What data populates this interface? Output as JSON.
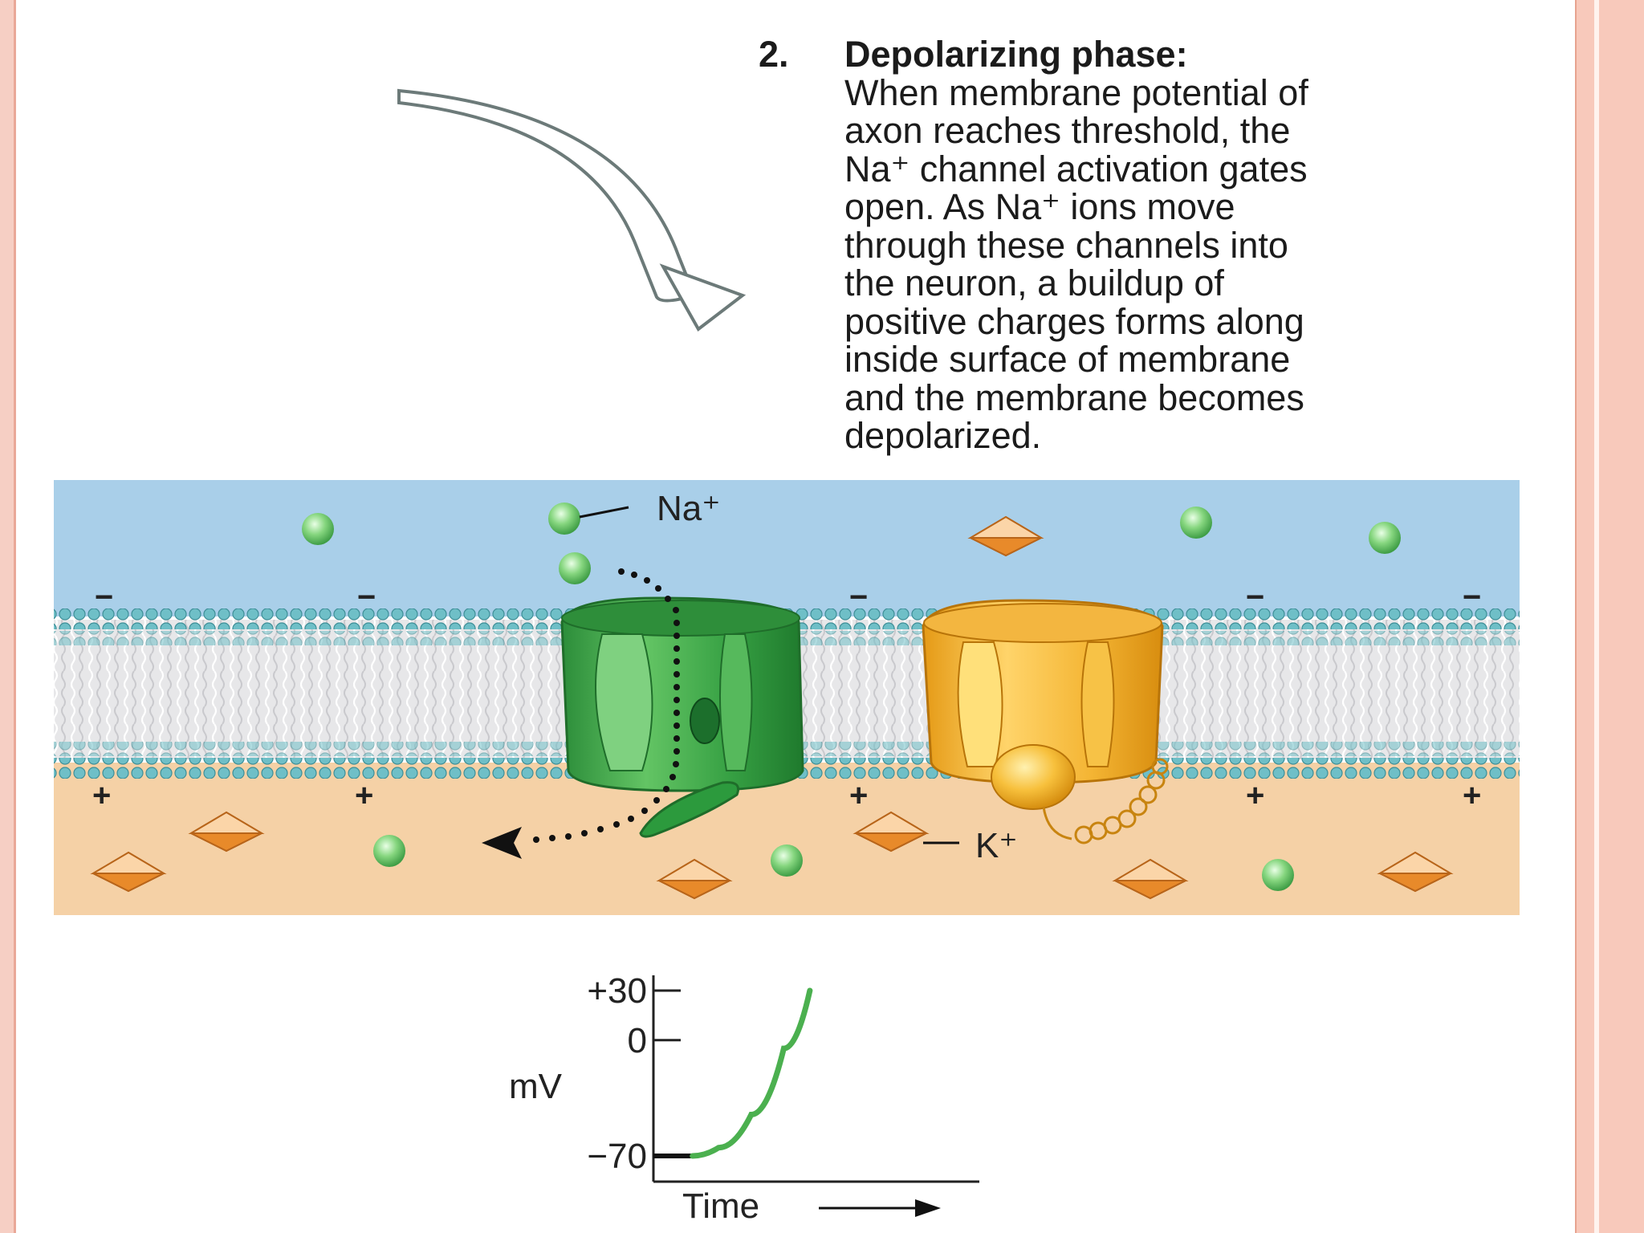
{
  "phase": {
    "number": "2.",
    "heading": "Depolarizing phase:",
    "description": "When membrane potential of\naxon reaches threshold, the\nNa⁺ channel activation gates\nopen. As Na⁺ ions move\nthrough these channels into\nthe neuron, a buildup of\npositive charges forms along\ninside surface of membrane\nand the membrane becomes\ndepolarized."
  },
  "diagram": {
    "na_label": "Na⁺",
    "k_label": "K⁺",
    "outside_sign": "−",
    "inside_sign": "+",
    "colors": {
      "extracellular": "#a9cfe9",
      "intracellular": "#f5d1a6",
      "na_channel": "#39a84a",
      "k_channel": "#f2b233",
      "na_ion": "#7fd07f",
      "k_ion": "#f0a04b"
    }
  },
  "chart_data": {
    "type": "line",
    "xlabel": "Time",
    "ylabel": "mV",
    "y_ticks": [
      "+30",
      "0",
      "−70"
    ],
    "ylim": [
      -70,
      30
    ],
    "baseline": {
      "name": "",
      "x": [
        0.0,
        0.12
      ],
      "y": [
        -70,
        -70
      ]
    },
    "series": [
      {
        "name": "",
        "x": [
          0.12,
          0.2,
          0.3,
          0.4,
          0.48
        ],
        "y": [
          -70,
          -65,
          -45,
          -5,
          30
        ]
      }
    ]
  }
}
